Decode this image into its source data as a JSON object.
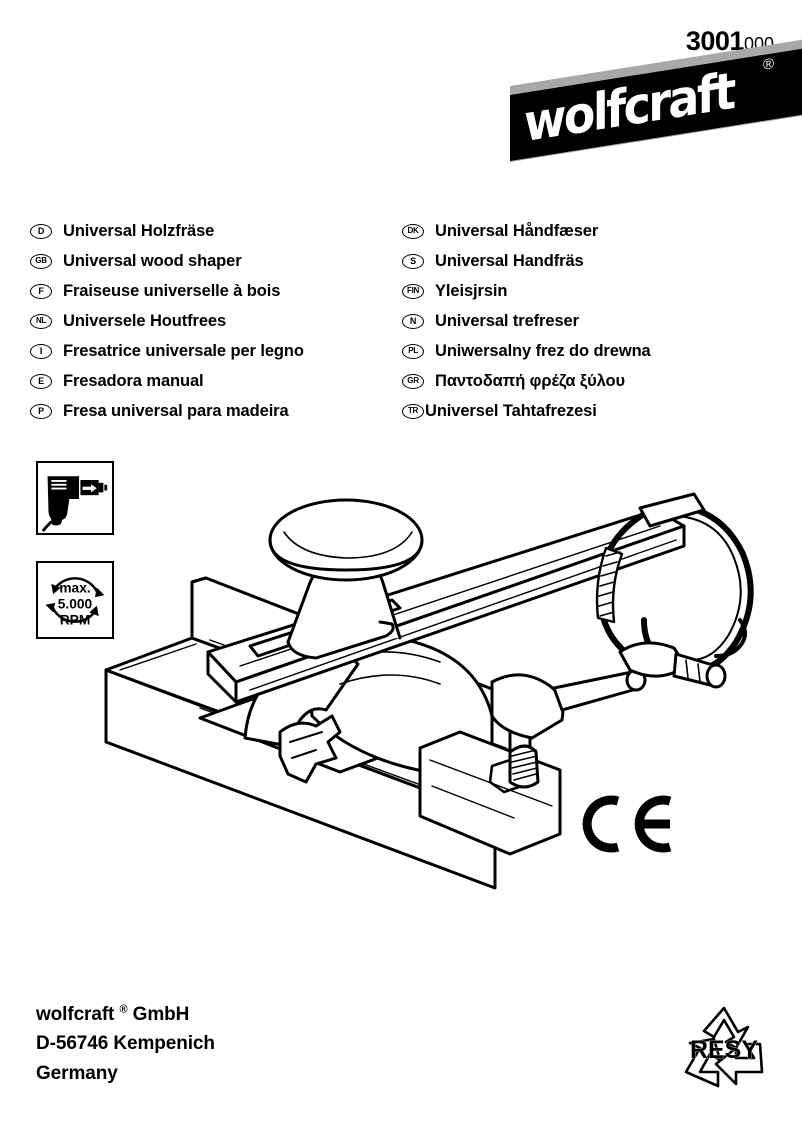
{
  "part_number": {
    "main": "3001",
    "suffix": "000"
  },
  "brand": {
    "name": "wolfcraft",
    "registered_mark": "®"
  },
  "languages": {
    "left": [
      {
        "code": "D",
        "label": "Universal Holzfräse"
      },
      {
        "code": "GB",
        "label": "Universal wood shaper"
      },
      {
        "code": "F",
        "label": "Fraiseuse universelle à bois"
      },
      {
        "code": "NL",
        "label": "Universele Houtfrees"
      },
      {
        "code": "I",
        "label": "Fresatrice universale per legno"
      },
      {
        "code": "E",
        "label": "Fresadora manual"
      },
      {
        "code": "P",
        "label": "Fresa universal para madeira"
      }
    ],
    "right": [
      {
        "code": "DK",
        "label": "Universal Håndfæser"
      },
      {
        "code": "S",
        "label": "Universal Handfräs"
      },
      {
        "code": "FIN",
        "label": "Yleisjrsin"
      },
      {
        "code": "N",
        "label": "Universal trefreser"
      },
      {
        "code": "PL",
        "label": "Uniwersalny frez do drewna"
      },
      {
        "code": "GR",
        "label": "Παντοδαπή φρέζα ξύλου"
      },
      {
        "code": "TR",
        "label": "Universel Tahtafrezesi"
      }
    ]
  },
  "pictograms": {
    "drill": {
      "icon": "power-drill-icon",
      "description": "power drill with insertion arrow"
    },
    "rpm": {
      "icon": "max-rpm-icon",
      "line1": "max.",
      "line2": "5.000",
      "line3": "RPM"
    }
  },
  "illustration": {
    "name": "universal-wood-shaper-line-drawing",
    "description": "Line drawing of the universal wood shaper attachment: knob, guide rail, base plate and hose clamp"
  },
  "ce_mark": {
    "label": "CE",
    "icon": "ce-conformity-icon"
  },
  "footer": {
    "company_line": "wolfcraft",
    "company_registered": "®",
    "company_suffix": "GmbH",
    "address_line": "D-56746 Kempenich",
    "country_line": "Germany"
  },
  "recycling": {
    "label": "RESY",
    "icon": "resy-recycling-icon"
  },
  "colors": {
    "ink": "#000000",
    "paper": "#ffffff",
    "logo_highlight": "#a8a8a8"
  }
}
